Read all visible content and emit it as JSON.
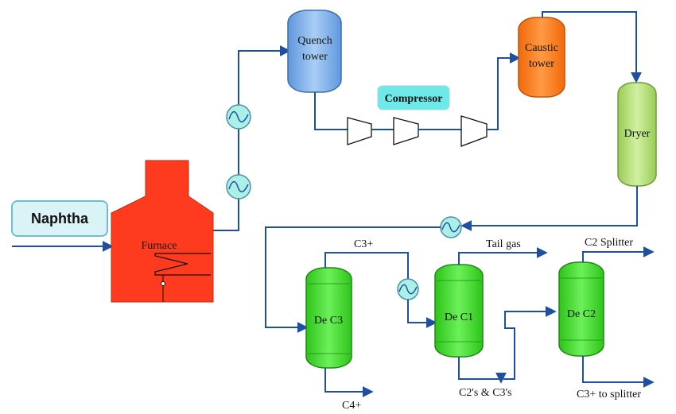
{
  "title": "",
  "colors": {
    "pipe": "#1f4fa0",
    "furnace": "#ff3b1f",
    "quench": "#7fb2ea",
    "caustic": "#ff7a1a",
    "dryer": "#b6e07a",
    "column": "#3fdc2a",
    "compressor_label": "#6ee8e8",
    "naphtha_box": "#d9f3f6",
    "exchanger": "#aaf0e6"
  },
  "labels": {
    "naphtha": "Naphtha",
    "furnace": "Furnace",
    "quench_line1": "Quench",
    "quench_line2": "tower",
    "compressor": "Compressor",
    "caustic_line1": "Caustic",
    "caustic_line2": "tower",
    "dryer": "Dryer",
    "dec3": "De C3",
    "dec1": "De C1",
    "dec2": "De C2",
    "c3plus": "C3+",
    "c4plus": "C4+",
    "tail_gas": "Tail gas",
    "c2c3": "C2's & C3's",
    "c2_splitter": "C2 Splitter",
    "c3_to_splitter": "C3+ to splitter"
  },
  "icons": [
    "heat-exchanger-icon",
    "compressor-icon",
    "arrowhead-icon"
  ]
}
